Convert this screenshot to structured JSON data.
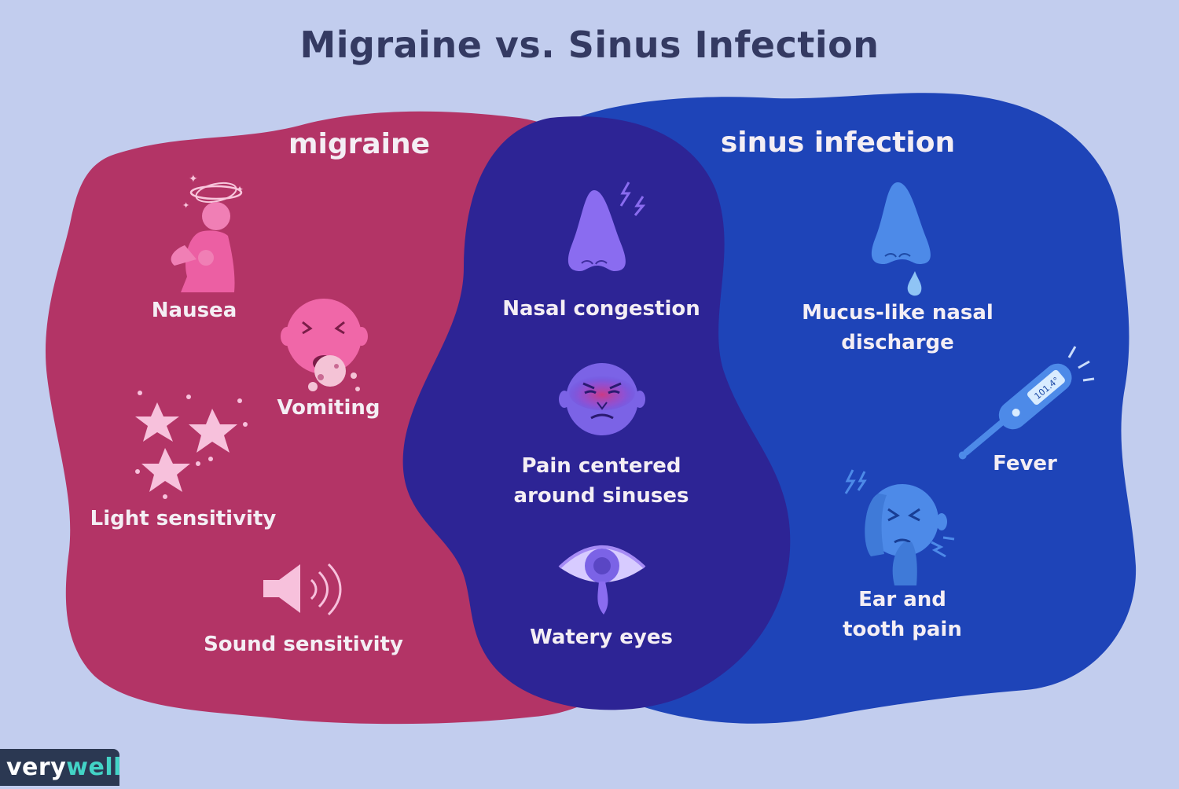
{
  "title": "Migraine vs. Sinus Infection",
  "colors": {
    "background": "#c2cdee",
    "migraine": "#b33466",
    "sinus": "#1e44b8",
    "overlap": "#2d2495"
  },
  "sets": {
    "migraine": {
      "heading": "migraine",
      "items": {
        "nausea": "Nausea",
        "vomiting": "Vomiting",
        "light": "Light sensitivity",
        "sound": "Sound sensitivity"
      }
    },
    "shared": {
      "items": {
        "congestion": "Nasal congestion",
        "pain": [
          "Pain centered",
          "around sinuses"
        ],
        "eyes": "Watery eyes"
      }
    },
    "sinus": {
      "heading": "sinus infection",
      "items": {
        "mucus": [
          "Mucus-like nasal",
          "discharge"
        ],
        "fever": "Fever",
        "thermometer_reading": "101.4°",
        "ear": [
          "Ear and",
          "tooth pain"
        ]
      }
    }
  },
  "icons": [
    "dizzy-person-icon",
    "vomiting-face-icon",
    "sparkles-icon",
    "speaker-icon",
    "nose-pain-icon",
    "sinus-face-icon",
    "watery-eye-icon",
    "dripping-nose-icon",
    "thermometer-icon",
    "ear-pain-face-icon"
  ],
  "brand": {
    "very": "very",
    "well": "well"
  }
}
